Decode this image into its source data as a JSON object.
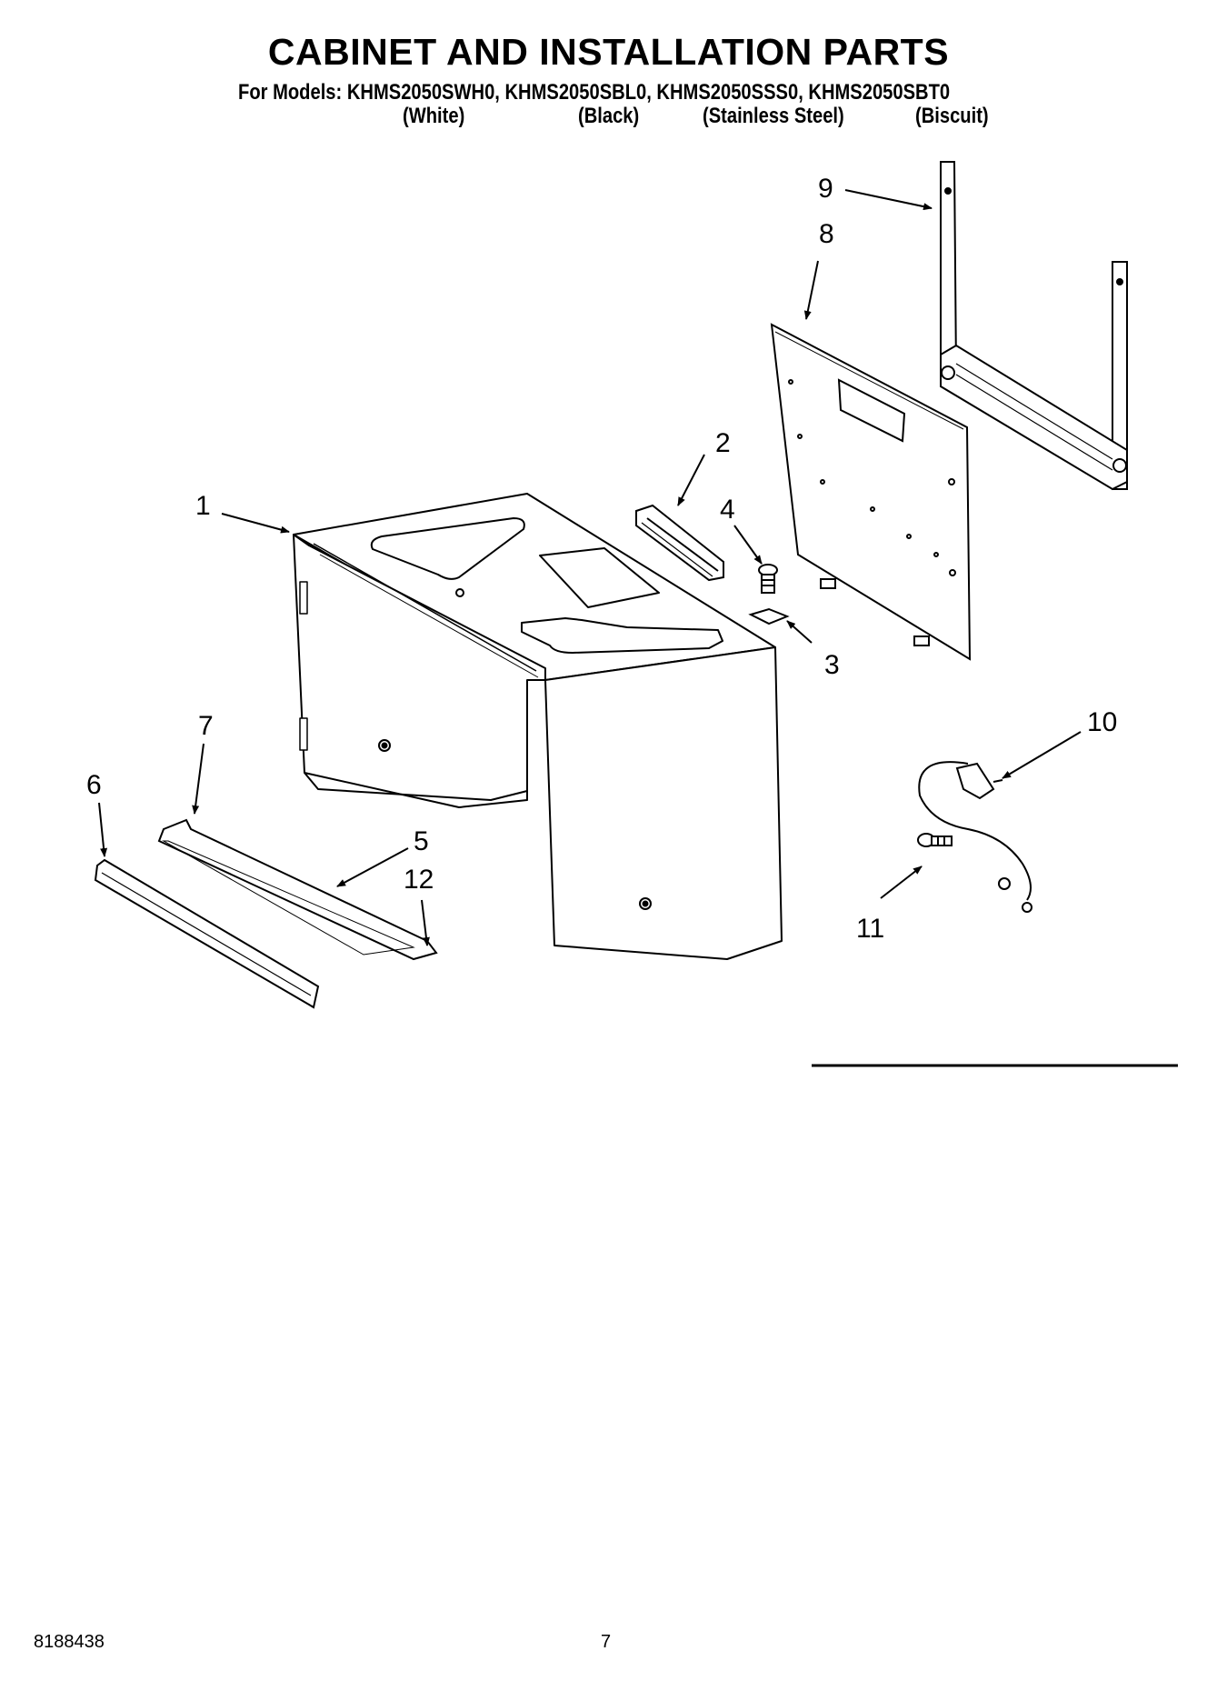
{
  "header": {
    "title": "CABINET AND INSTALLATION PARTS",
    "models_line": "For Models: KHMS2050SWH0, KHMS2050SBL0, KHMS2050SSS0, KHMS2050SBT0",
    "variants": [
      "(White)",
      "(Black)",
      "(Stainless Steel)",
      "(Biscuit)"
    ]
  },
  "callouts": [
    "1",
    "2",
    "3",
    "4",
    "5",
    "6",
    "7",
    "8",
    "9",
    "10",
    "11",
    "12"
  ],
  "footer": {
    "doc_number": "8188438",
    "page_number": "7"
  }
}
